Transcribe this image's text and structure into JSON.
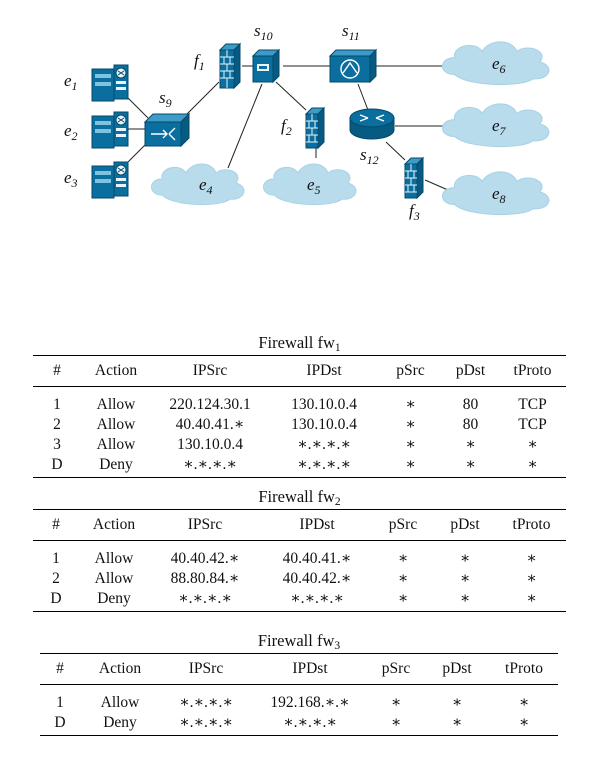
{
  "diagram": {
    "nodes": {
      "e1": {
        "base": "e",
        "sub": "1"
      },
      "e2": {
        "base": "e",
        "sub": "2"
      },
      "e3": {
        "base": "e",
        "sub": "3"
      },
      "e4": {
        "base": "e",
        "sub": "4"
      },
      "e5": {
        "base": "e",
        "sub": "5"
      },
      "e6": {
        "base": "e",
        "sub": "6"
      },
      "e7": {
        "base": "e",
        "sub": "7"
      },
      "e8": {
        "base": "e",
        "sub": "8"
      },
      "s9": {
        "base": "s",
        "sub": "9"
      },
      "s10": {
        "base": "s",
        "sub": "10"
      },
      "s11": {
        "base": "s",
        "sub": "11"
      },
      "s12": {
        "base": "s",
        "sub": "12"
      },
      "f1": {
        "base": "f",
        "sub": "1"
      },
      "f2": {
        "base": "f",
        "sub": "2"
      },
      "f3": {
        "base": "f",
        "sub": "3"
      }
    },
    "colors": {
      "device": "#0a6f9e",
      "cloud": "#b8dcec",
      "line": "#222222"
    }
  },
  "firewalls": [
    {
      "title_main": "Firewall fw",
      "title_sub": "1",
      "headers": [
        "#",
        "Action",
        "IPSrc",
        "IPDst",
        "pSrc",
        "pDst",
        "tProto"
      ],
      "rows": [
        [
          "1",
          "Allow",
          "220.124.30.1",
          "130.10.0.4",
          "∗",
          "80",
          "TCP"
        ],
        [
          "2",
          "Allow",
          "40.40.41.∗",
          "130.10.0.4",
          "∗",
          "80",
          "TCP"
        ],
        [
          "3",
          "Allow",
          "130.10.0.4",
          "∗.∗.∗.∗",
          "∗",
          "∗",
          "∗"
        ],
        [
          "D",
          "Deny",
          "∗.∗.∗.∗",
          "∗.∗.∗.∗",
          "∗",
          "∗",
          "∗"
        ]
      ]
    },
    {
      "title_main": "Firewall fw",
      "title_sub": "2",
      "headers": [
        "#",
        "Action",
        "IPSrc",
        "IPDst",
        "pSrc",
        "pDst",
        "tProto"
      ],
      "rows": [
        [
          "1",
          "Allow",
          "40.40.42.∗",
          "40.40.41.∗",
          "∗",
          "∗",
          "∗"
        ],
        [
          "2",
          "Allow",
          "88.80.84.∗",
          "40.40.42.∗",
          "∗",
          "∗",
          "∗"
        ],
        [
          "D",
          "Deny",
          "∗.∗.∗.∗",
          "∗.∗.∗.∗",
          "∗",
          "∗",
          "∗"
        ]
      ]
    },
    {
      "title_main": "Firewall fw",
      "title_sub": "3",
      "headers": [
        "#",
        "Action",
        "IPSrc",
        "IPDst",
        "pSrc",
        "pDst",
        "tProto"
      ],
      "rows": [
        [
          "1",
          "Allow",
          "∗.∗.∗.∗",
          "192.168.∗.∗",
          "∗",
          "∗",
          "∗"
        ],
        [
          "D",
          "Deny",
          "∗.∗.∗.∗",
          "∗.∗.∗.∗",
          "∗",
          "∗",
          "∗"
        ]
      ]
    }
  ]
}
